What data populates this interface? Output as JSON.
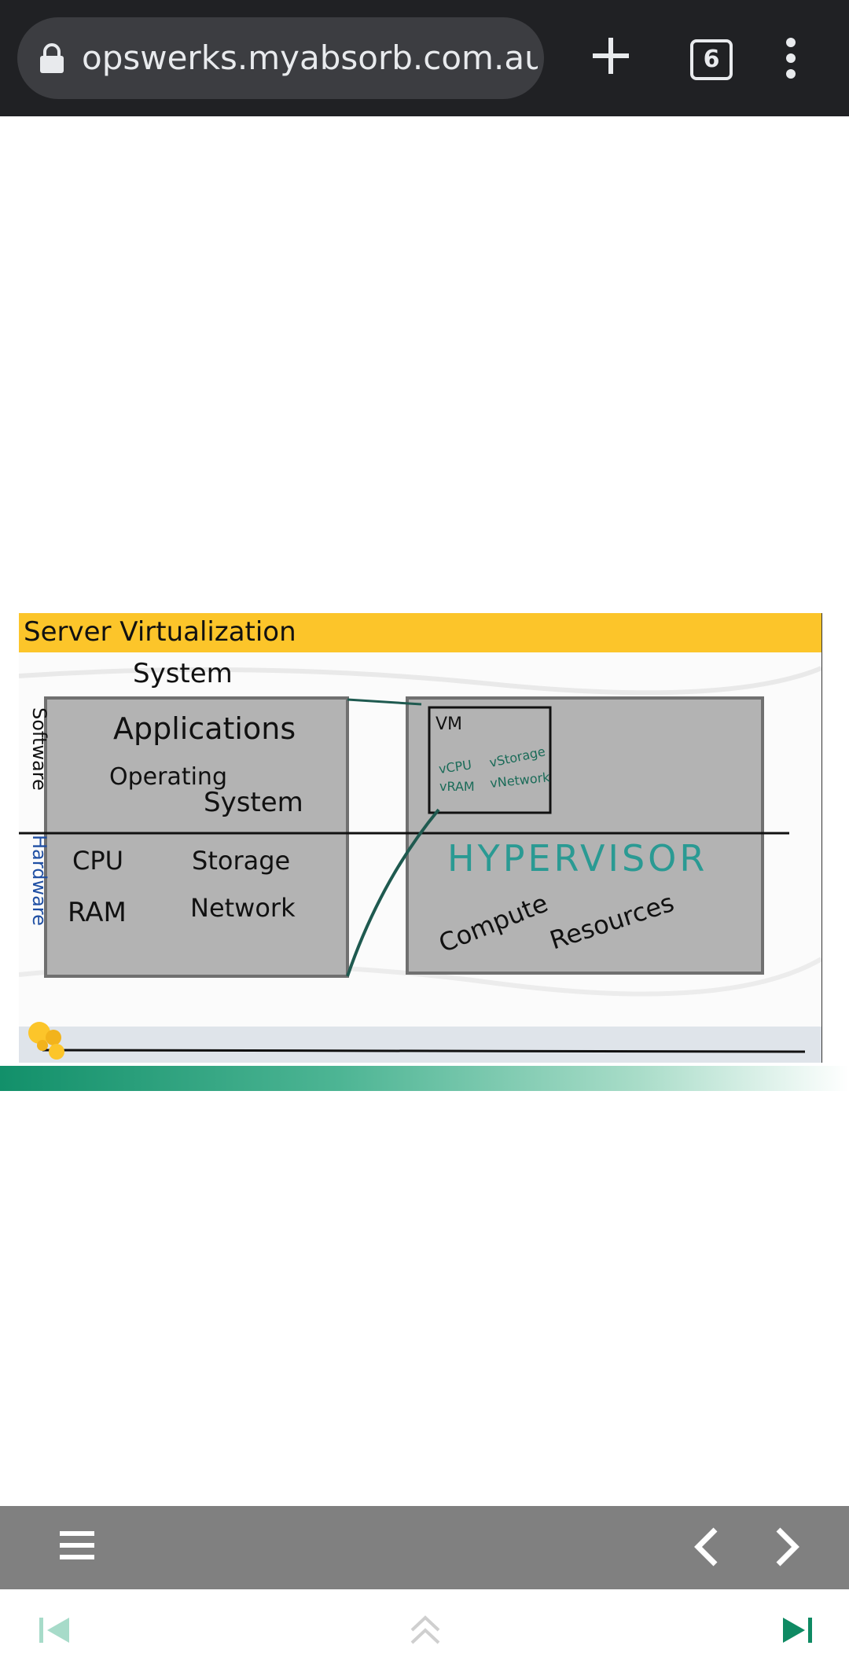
{
  "browser": {
    "url": "opswerks.myabsorb.com.au",
    "tab_count": "6"
  },
  "slide": {
    "title": "Server Virtualization",
    "left_box": {
      "header": "System",
      "apps": "Applications",
      "os_line1": "Operating",
      "os_line2": "System",
      "cpu": "CPU",
      "storage": "Storage",
      "ram": "RAM",
      "network": "Network"
    },
    "side_labels": {
      "software": "Software",
      "hardware": "Hardware"
    },
    "right_box": {
      "vm": "VM",
      "vcpu": "vCPU",
      "vstorage": "vStorage",
      "vram": "vRAM",
      "vnetwork": "vNetwork",
      "hypervisor": "HYPERVISOR",
      "compute": "Compute",
      "resources": "Resources"
    },
    "colors": {
      "banner": "#fcc52a",
      "box_fill": "#b3b3b3",
      "hypervisor_text": "#2a9a93",
      "vm_text": "#1a6b58",
      "hardware_label": "#1f4fa3"
    }
  },
  "player": {
    "menu_icon": "hamburger-menu-icon",
    "prev_icon": "chevron-left-icon",
    "next_icon": "chevron-right-icon"
  },
  "nav": {
    "first_icon": "skip-to-start-icon",
    "up_icon": "double-chevron-up-icon",
    "last_icon": "skip-to-end-icon",
    "active_color": "#0f8a63",
    "disabled_color": "#a7dbc9"
  }
}
